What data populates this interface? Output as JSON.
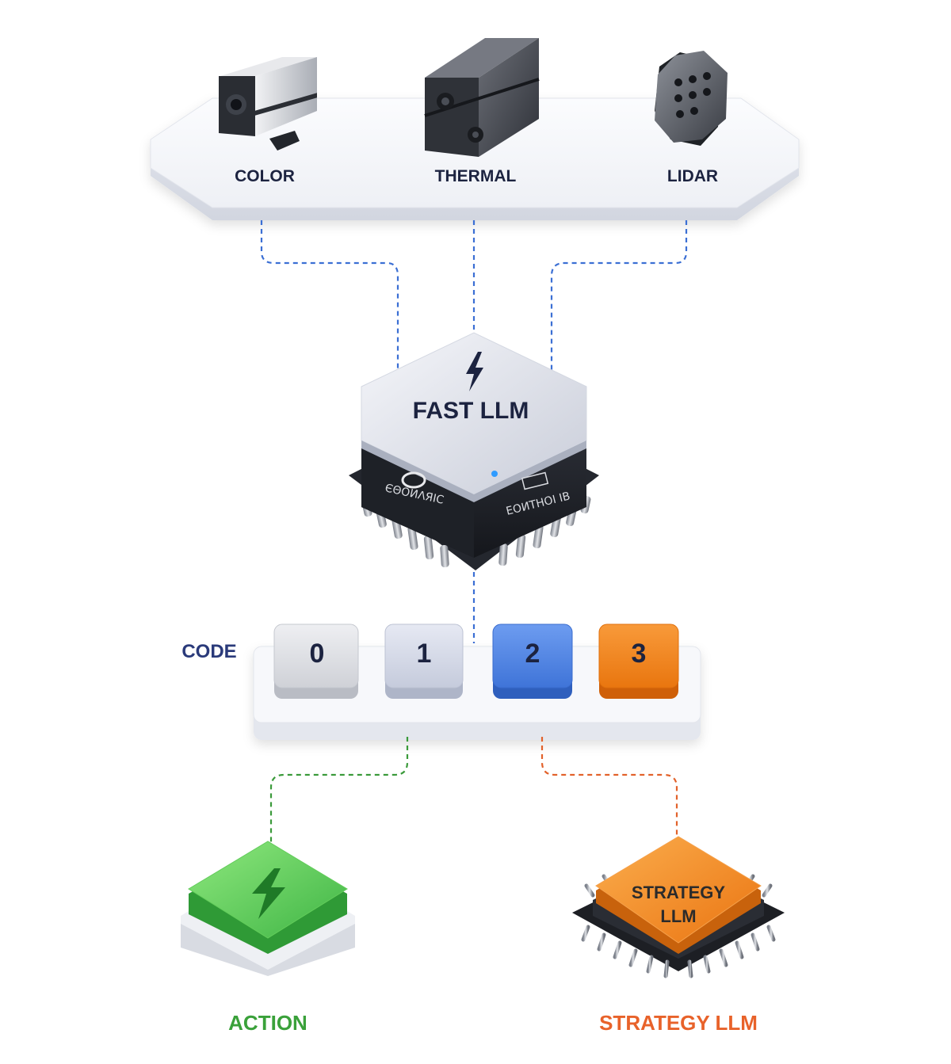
{
  "sensors": [
    {
      "label": "COLOR",
      "icon": "color-camera-icon"
    },
    {
      "label": "THERMAL",
      "icon": "thermal-camera-icon"
    },
    {
      "label": "LIDAR",
      "icon": "lidar-sensor-icon"
    }
  ],
  "fast_llm": {
    "label": "FAST LLM",
    "icon": "lightning-bolt-icon",
    "chip_text_left": "ЄΘOИΛЯΙC",
    "chip_text_right": "EOИTHOI IB"
  },
  "code": {
    "label": "CODE",
    "keys": [
      {
        "label": "0",
        "color": "#dcdde2"
      },
      {
        "label": "1",
        "color": "#d4d9ea"
      },
      {
        "label": "2",
        "color": "#4f86e6"
      },
      {
        "label": "3",
        "color": "#f3871f"
      }
    ]
  },
  "action": {
    "label": "ACTION",
    "icon": "lightning-bolt-icon",
    "color": "#39b54a"
  },
  "strategy": {
    "chip_label_line1": "STRATEGY",
    "chip_label_line2": "LLM",
    "label": "STRATEGY LLM",
    "color": "#f07c1a"
  },
  "colors": {
    "sensor_link": "#3b6fd4",
    "action_link": "#3a9a3a",
    "strategy_link": "#e2622b",
    "label_dark": "#1c2340",
    "code_label": "#2a3a7a",
    "action_label": "#3aa13a",
    "strategy_label": "#e8622a"
  }
}
